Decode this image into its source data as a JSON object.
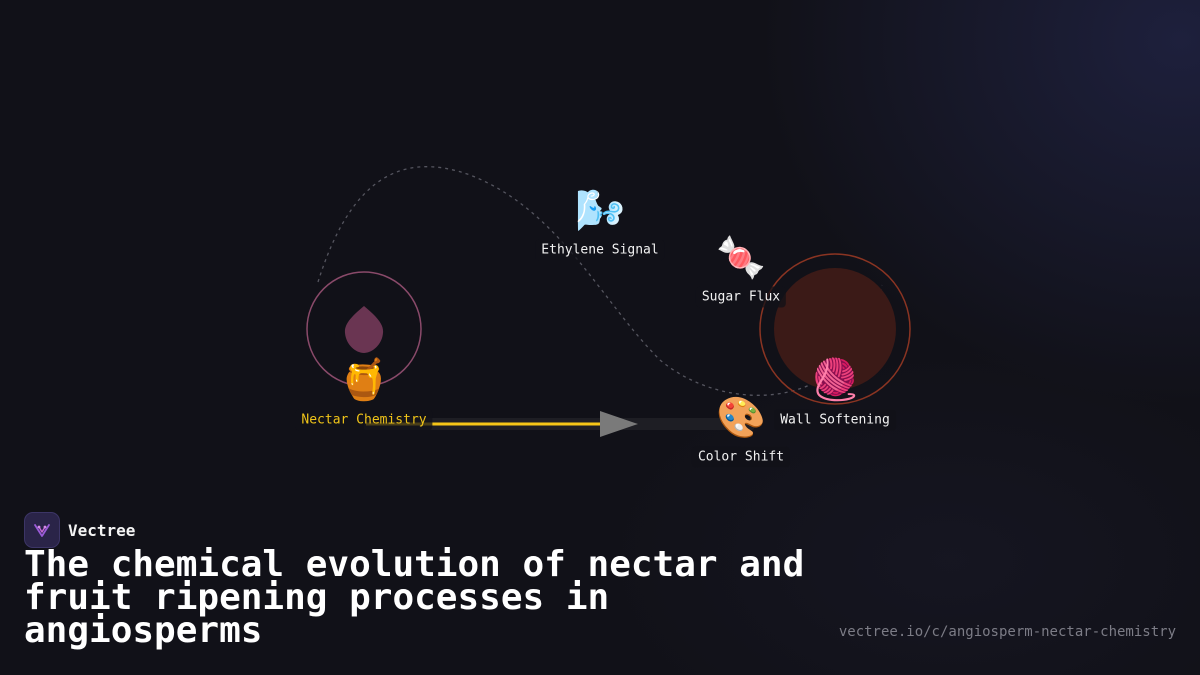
{
  "brand": {
    "name": "Vectree"
  },
  "title": "The chemical evolution of nectar and fruit ripening processes in angiosperms",
  "url": "vectree.io/c/angiosperm-nectar-chemistry",
  "diagram": {
    "nodes": [
      {
        "id": "nectar",
        "label": "Nectar Chemistry",
        "emoji": "🍯",
        "highlight": true
      },
      {
        "id": "ethylene",
        "label": "Ethylene Signal",
        "emoji": "🌬️",
        "highlight": false
      },
      {
        "id": "sugar",
        "label": "Sugar Flux",
        "emoji": "🍬",
        "highlight": false
      },
      {
        "id": "color",
        "label": "Color Shift",
        "emoji": "🎨",
        "highlight": false
      },
      {
        "id": "wall",
        "label": "Wall Softening",
        "emoji": "🧶",
        "highlight": false
      }
    ],
    "colors": {
      "accent_yellow": "#f5c518",
      "nectar_ring": "#8a4a6a",
      "wall_ring": "#8a3422",
      "wall_fill": "#3a1a18",
      "path_dotted": "#555560",
      "arrow_head": "#7a7a7a"
    },
    "icons": [
      "honey-pot-icon",
      "wind-face-icon",
      "candy-icon",
      "artist-palette-icon",
      "yarn-icon"
    ]
  }
}
